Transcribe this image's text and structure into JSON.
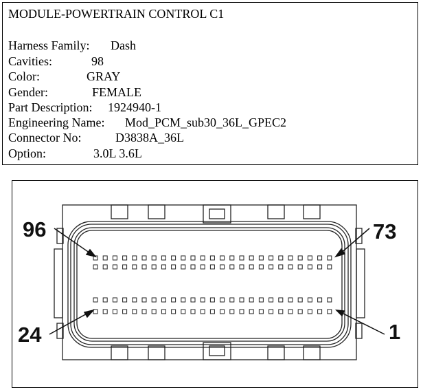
{
  "connector": {
    "title": "MODULE-POWERTRAIN CONTROL C1",
    "fields": [
      {
        "label": "Harness Family:",
        "value": "Dash"
      },
      {
        "label": "Cavities:",
        "value": "98"
      },
      {
        "label": "Color:",
        "value": "GRAY"
      },
      {
        "label": "Gender:",
        "value": "FEMALE"
      },
      {
        "label": "Part Description:",
        "value": "1924940-1"
      },
      {
        "label": "Engineering Name:",
        "value": "Mod_PCM_sub30_36L_GPEC2"
      },
      {
        "label": "Connector No:",
        "value": "D3838A_36L"
      },
      {
        "label": "Option:",
        "value": "3.0L 3.6L"
      }
    ]
  },
  "diagram": {
    "pin_labels": {
      "top_left": "96",
      "top_right": "73",
      "bottom_left": "24",
      "bottom_right": "1"
    }
  }
}
